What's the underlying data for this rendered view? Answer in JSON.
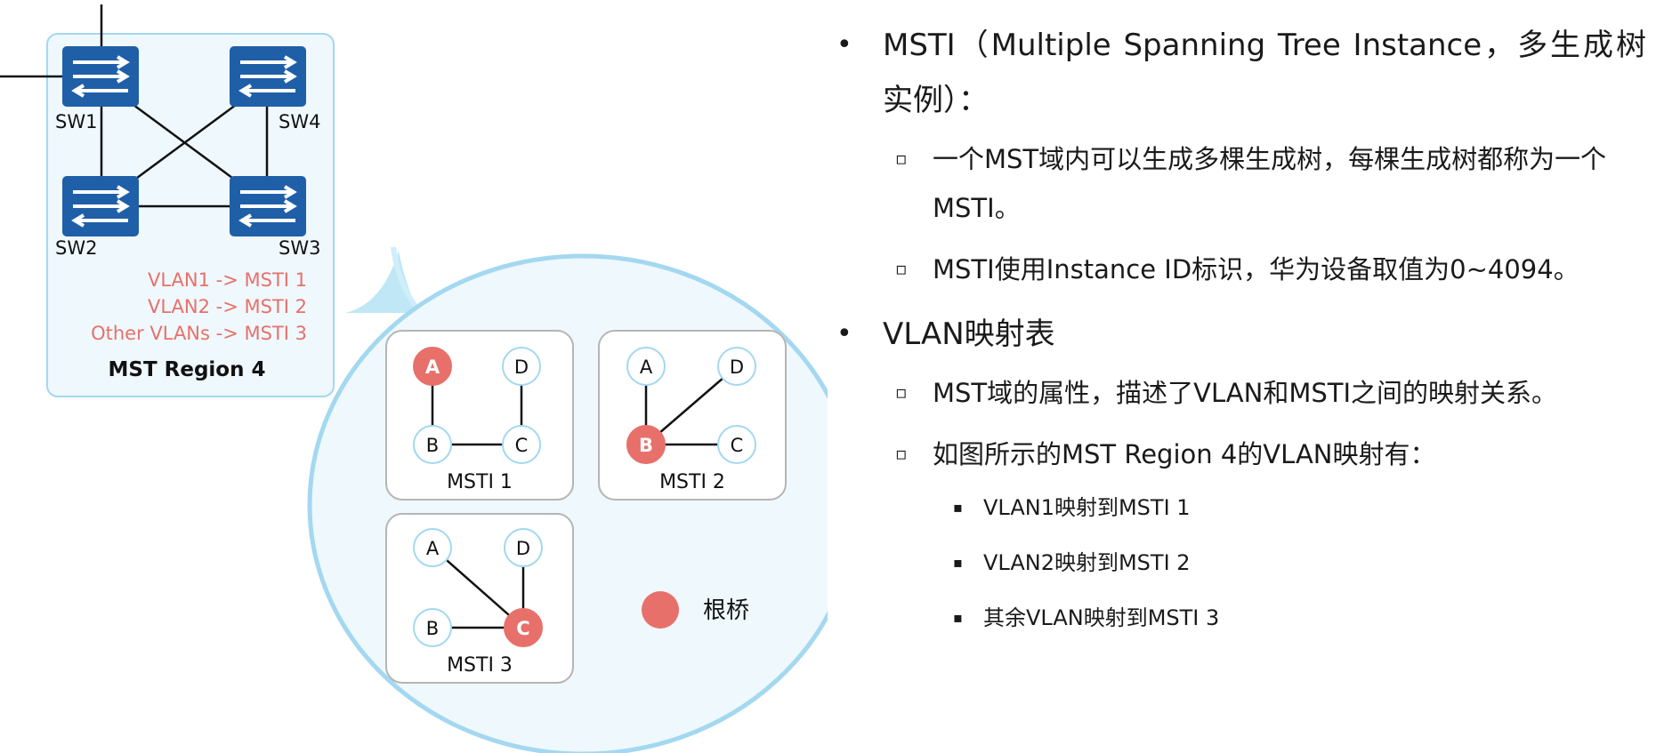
{
  "diagram": {
    "switches": [
      {
        "id": "sw1",
        "label": "SW1"
      },
      {
        "id": "sw4",
        "label": "SW4"
      },
      {
        "id": "sw2",
        "label": "SW2"
      },
      {
        "id": "sw3",
        "label": "SW3"
      }
    ],
    "mappings": [
      "VLAN1 -> MSTI 1",
      "VLAN2 -> MSTI 2",
      "Other VLANs -> MSTI 3"
    ],
    "region_label": "MST Region 4",
    "instances": [
      {
        "label": "MSTI 1",
        "root": "A",
        "nodes": {
          "a": "A",
          "b": "B",
          "c": "C",
          "d": "D"
        }
      },
      {
        "label": "MSTI 2",
        "root": "B",
        "nodes": {
          "a": "A",
          "b": "B",
          "c": "C",
          "d": "D"
        }
      },
      {
        "label": "MSTI 3",
        "root": "C",
        "nodes": {
          "a": "A",
          "b": "B",
          "c": "C",
          "d": "D"
        }
      }
    ],
    "legend": {
      "root_bridge_label": "根桥"
    },
    "colors": {
      "switch_blue": "#1f5fa8",
      "root_red": "#e8706a",
      "mapping_text": "#e8706a",
      "circle_border": "#a3d8f0",
      "region_border": "#a3d8f0"
    }
  },
  "bullets": {
    "msti": {
      "title": "MSTI（Multiple Spanning Tree Instance，多生成树实例）：",
      "items": [
        "一个MST域内可以生成多棵生成树，每棵生成树都称为一个MSTI。",
        "MSTI使用Instance ID标识，华为设备取值为0~4094。"
      ]
    },
    "vlan_map": {
      "title": "VLAN映射表",
      "items": [
        "MST域的属性，描述了VLAN和MSTI之间的映射关系。",
        "如图所示的MST Region 4的VLAN映射有："
      ],
      "subitems": [
        "VLAN1映射到MSTI 1",
        "VLAN2映射到MSTI 2",
        "其余VLAN映射到MSTI 3"
      ]
    }
  }
}
